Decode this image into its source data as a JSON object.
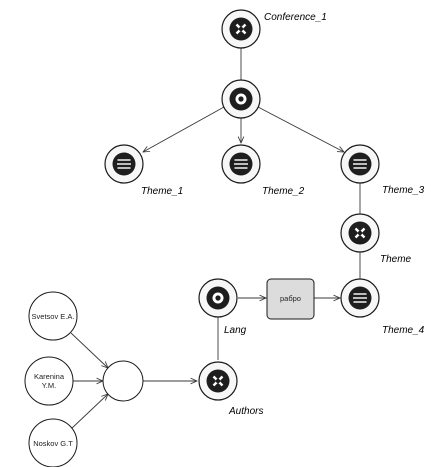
{
  "nodes": {
    "conference_1": {
      "label": "Conference_1",
      "icon": "cross-badge-icon"
    },
    "hub": {
      "icon": "target-icon"
    },
    "theme_1": {
      "label": "Theme_1",
      "icon": "striped-badge-icon"
    },
    "theme_2": {
      "label": "Theme_2",
      "icon": "striped-badge-icon"
    },
    "theme_3": {
      "label": "Theme_3",
      "icon": "striped-badge-icon"
    },
    "theme": {
      "label": "Theme",
      "icon": "cross-badge-icon"
    },
    "theme_4": {
      "label": "Theme_4",
      "icon": "striped-badge-icon"
    },
    "lang": {
      "label": "Lang",
      "icon": "target-icon"
    },
    "rabro": {
      "label": "рабро"
    },
    "authors": {
      "label": "Authors",
      "icon": "cross-badge-icon"
    },
    "svetsov": {
      "label": "Svetsov E.A."
    },
    "karenina": {
      "label_line1": "Karenina",
      "label_line2": "Y.M."
    },
    "noskov": {
      "label": "Noskov G.T"
    },
    "merge": {}
  },
  "colors": {
    "node_fill": "#f7f7f7",
    "node_stroke": "#1a1a1a",
    "icon_dark": "#1e1e1e",
    "box_fill": "#dcdcdc",
    "edge": "#3a3a3a"
  }
}
